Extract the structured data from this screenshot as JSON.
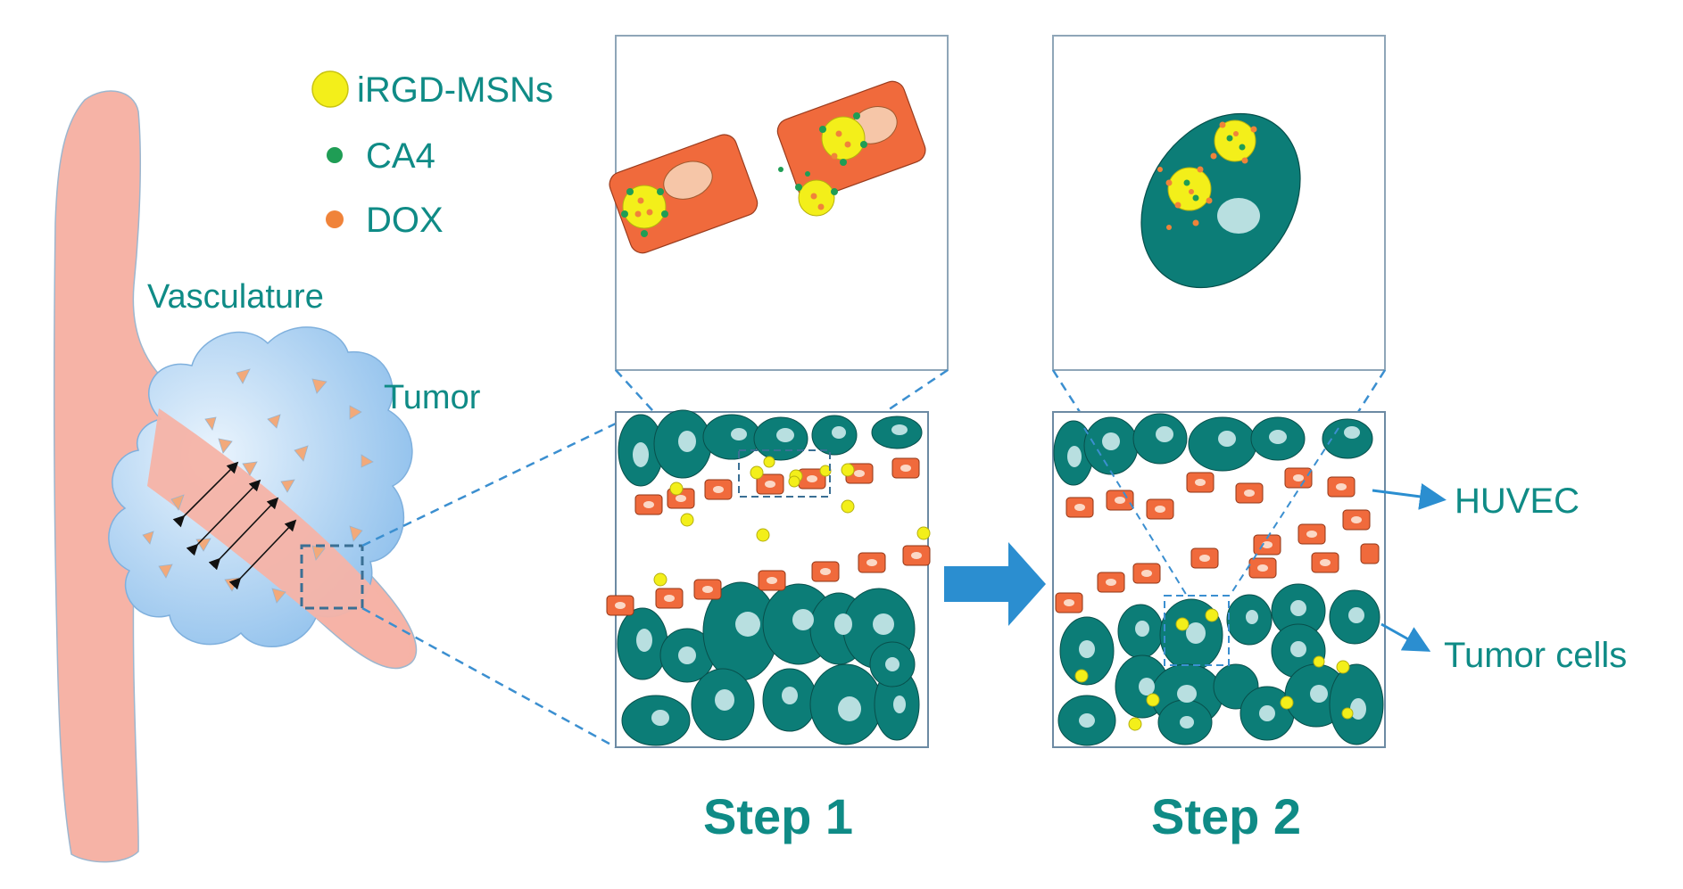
{
  "legend": {
    "items": [
      {
        "label": "iRGD-MSNs",
        "color": "#f3ef1a",
        "icon": "yellow-nanoparticle-icon"
      },
      {
        "label": "CA4",
        "color": "#1f9d55",
        "icon": "green-dot-icon"
      },
      {
        "label": "DOX",
        "color": "#f0833a",
        "icon": "orange-dot-icon"
      }
    ]
  },
  "labels": {
    "vasculature": "Vasculature",
    "tumor": "Tumor",
    "huvec": "HUVEC",
    "tumor_cells": "Tumor cells",
    "step1": "Step 1",
    "step2": "Step 2"
  },
  "colors": {
    "text": "#0f8b86",
    "vessel": "#f6b3a6",
    "tumor_fill": "#a9d0f2",
    "tumor_cell": "#0c7d77",
    "nucleus": "#b8dfe0",
    "huvec": "#f06a3c",
    "nanoparticle": "#f3ef1a",
    "dashed": "#3b8fd0",
    "arrow": "#2b8ed0"
  }
}
